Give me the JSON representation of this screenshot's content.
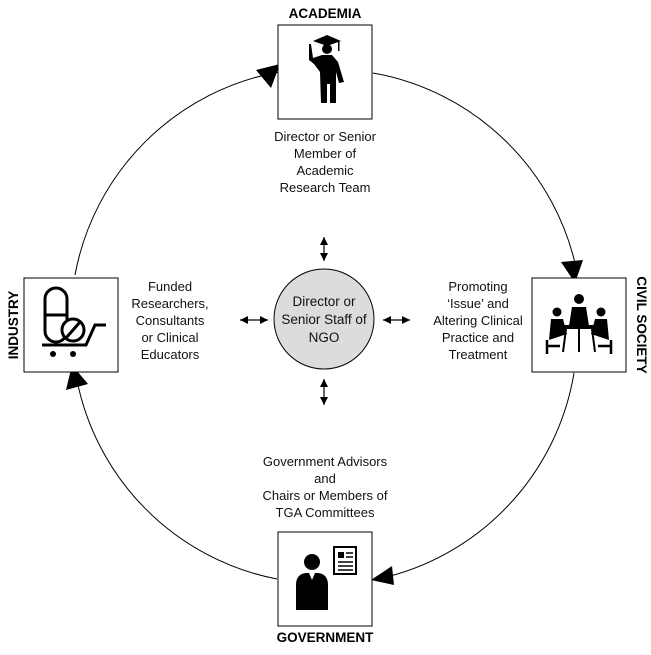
{
  "nodes": {
    "academia": {
      "title": "ACADEMIA",
      "role": [
        "Director or Senior",
        "Member of",
        "Academic",
        "Research Team"
      ],
      "icon": "graduate-icon"
    },
    "civil_society": {
      "title": "CIVIL SOCIETY",
      "role": [
        "Promoting",
        "‘Issue’ and",
        "Altering Clinical",
        "Practice and",
        "Treatment"
      ],
      "icon": "meeting-icon"
    },
    "government": {
      "title": "GOVERNMENT",
      "role": [
        "Government Advisors",
        "and",
        "Chairs or Members of",
        "TGA Committees"
      ],
      "icon": "official-icon"
    },
    "industry": {
      "title": "INDUSTRY",
      "role": [
        "Funded",
        "Researchers,",
        "Consultants",
        "or Clinical",
        "Educators"
      ],
      "icon": "pharma-cart-icon"
    }
  },
  "center": {
    "lines": [
      "Director or",
      "Senior Staff of",
      "NGO"
    ],
    "fill": "#dcdcdc"
  },
  "colors": {
    "stroke": "#000000",
    "text": "#111111"
  }
}
